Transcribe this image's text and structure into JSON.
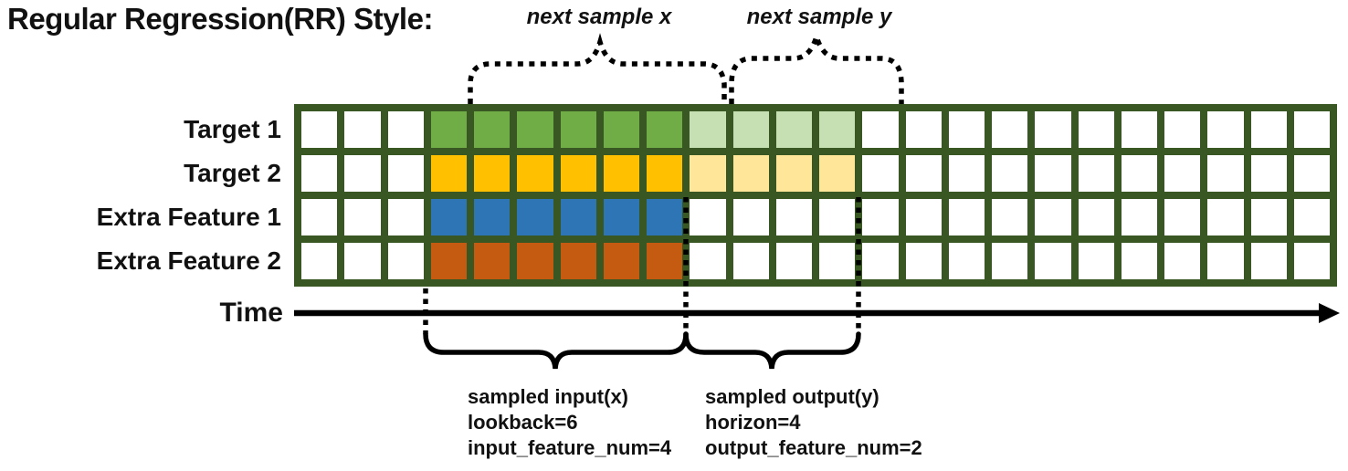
{
  "title": "Regular Regression(RR) Style:",
  "top_annotations": {
    "next_sample_x": "next sample x",
    "next_sample_y": "next sample y"
  },
  "axis": {
    "label": "Time"
  },
  "colors": {
    "grid_border": "#385723",
    "cell_empty": "#FFFFFF",
    "target1_input": "#70AD47",
    "target1_output": "#C6E0B4",
    "target2_input": "#FFC000",
    "target2_output": "#FFE699",
    "extra_feature1_input": "#2E75B6",
    "extra_feature2_input": "#C55A11",
    "annotation": "#000000"
  },
  "grid": {
    "total_columns": 24,
    "input_start_col": 3,
    "lookback": 6,
    "horizon": 4,
    "rows": [
      {
        "label": "Target 1",
        "input_color": "#70AD47",
        "output_color": "#C6E0B4"
      },
      {
        "label": "Target 2",
        "input_color": "#FFC000",
        "output_color": "#FFE699"
      },
      {
        "label": "Extra Feature 1",
        "input_color": "#2E75B6",
        "output_color": null
      },
      {
        "label": "Extra Feature 2",
        "input_color": "#C55A11",
        "output_color": null
      }
    ]
  },
  "bottom_annotations": {
    "input": {
      "line1": "sampled input(x)",
      "line2": "lookback=6",
      "line3": "input_feature_num=4"
    },
    "output": {
      "line1": "sampled output(y)",
      "line2": "horizon=4",
      "line3": "output_feature_num=2"
    }
  }
}
